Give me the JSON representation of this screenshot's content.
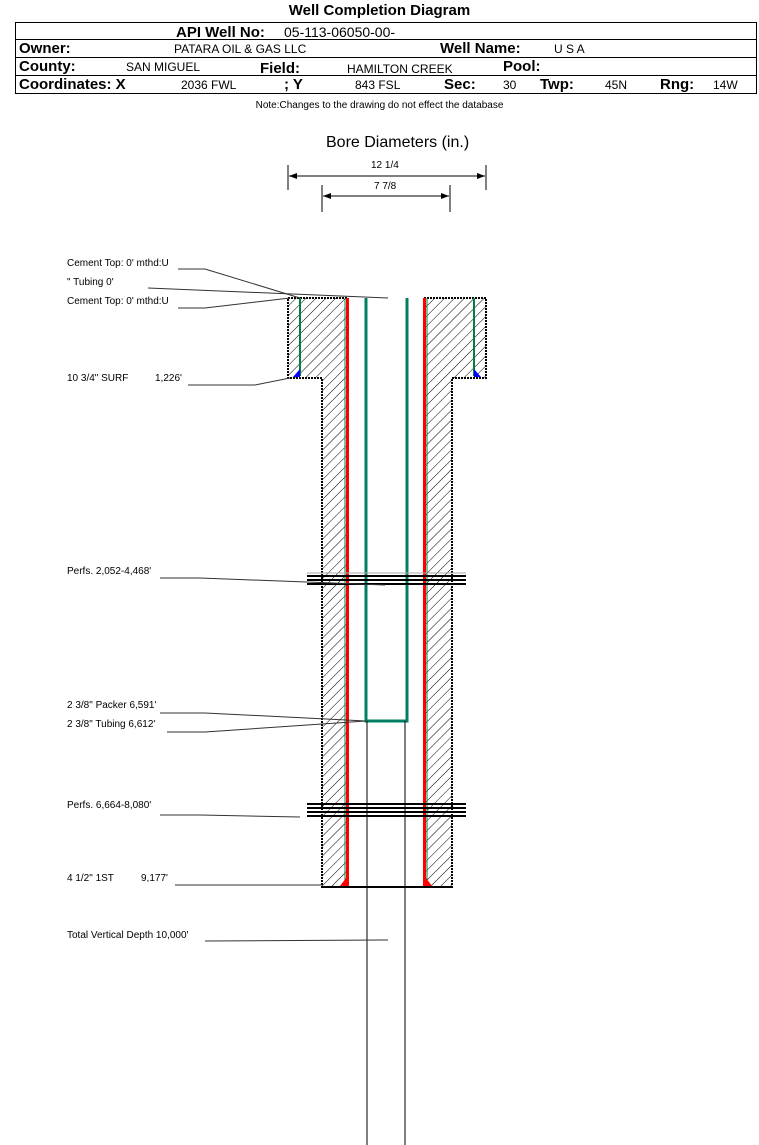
{
  "header": {
    "title": "Well Completion Diagram",
    "api_label": "API Well No:",
    "api_value": "05-113-06050-00-",
    "owner_label": "Owner:",
    "owner": "PATARA OIL & GAS LLC",
    "well_name_label": "Well Name:",
    "well_name": "U S A",
    "county_label": "County:",
    "county": "SAN MIGUEL",
    "field_label": "Field:",
    "field": "HAMILTON CREEK",
    "pool_label": "Pool:",
    "coord_x_label": "Coordinates: X",
    "coord_x": "2036 FWL",
    "coord_y_label": "; Y",
    "coord_y": "843 FSL",
    "sec_label": "Sec:",
    "sec": "30",
    "twp_label": "Twp:",
    "twp": "45N",
    "rng_label": "Rng:",
    "rng": "14W",
    "note": "Note:Changes to the drawing do not effect the database"
  },
  "bore": {
    "title": "Bore Diameters (in.)",
    "d1": "12 1/4",
    "d2": "7 7/8"
  },
  "labels": {
    "cement_top_1": "Cement Top: 0' mthd:U",
    "tubing_top": "\" Tubing 0'",
    "cement_top_2": "Cement Top: 0' mthd:U",
    "surf": "10 3/4\" SURF",
    "surf_depth": "1,226'",
    "perfs1": "Perfs. 2,052-4,468'",
    "packer": "2 3/8\" Packer 6,591'",
    "tubing": "2 3/8\" Tubing 6,612'",
    "perfs2": "Perfs. 6,664-8,080'",
    "prod": "4 1/2\" 1ST",
    "prod_depth": "9,177'",
    "tvd": "Total Vertical Depth 10,000'"
  },
  "colors": {
    "cement": "#008040",
    "casing": "#ff0000",
    "tubing": "#008060",
    "shoe": "#0000ff"
  }
}
